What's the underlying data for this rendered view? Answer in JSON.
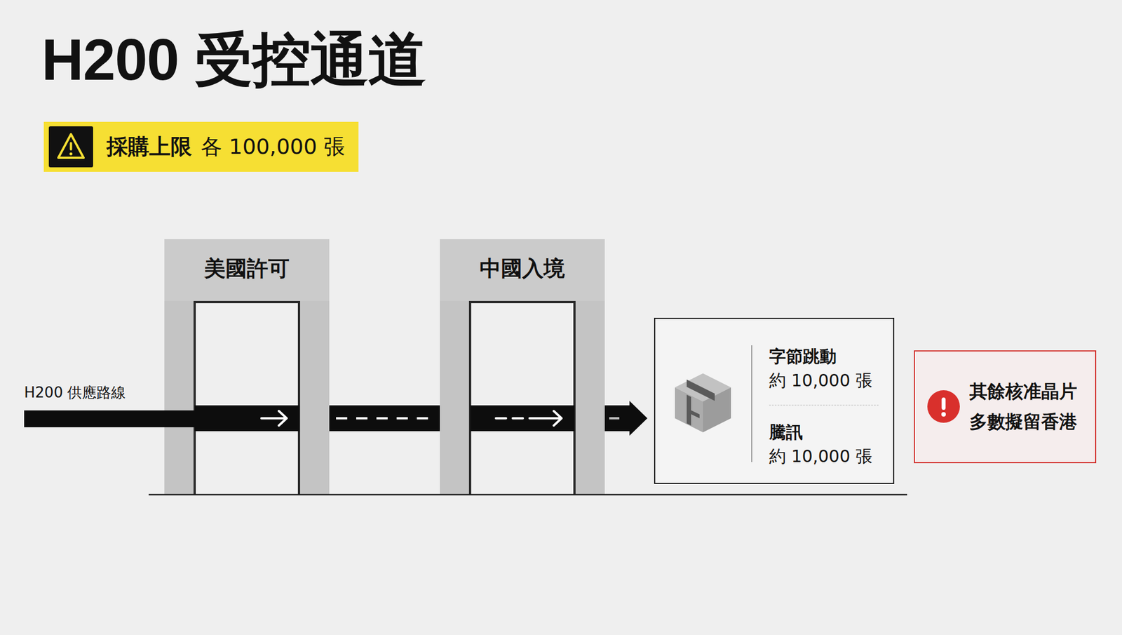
{
  "diagram": {
    "title": "H200 受控通道",
    "nodes": [
      {
        "text": [
          "採購上限",
          "各 100,000 張"
        ]
      },
      {
        "text": [
          "美國許可"
        ]
      },
      {
        "text": [
          "中國入境"
        ]
      },
      {
        "text": [
          "字節跳動",
          "約 10,000 張",
          "騰訊",
          "約 10,000 張"
        ]
      },
      {
        "text": [
          "其餘核准晶片 多數擬留香港"
        ]
      }
    ],
    "edges": [
      {
        "from": 1,
        "to": 2,
        "arrow": "none"
      },
      {
        "from": 2,
        "to": 3,
        "arrow": "to"
      }
    ],
    "labels": [
      "H200 供應路線"
    ]
  }
}
